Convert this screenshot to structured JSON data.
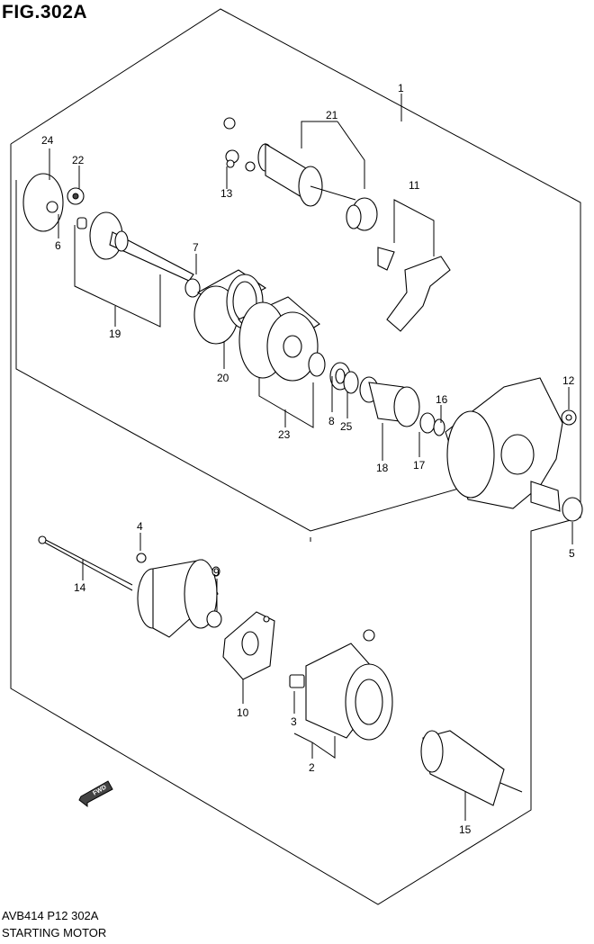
{
  "figure": {
    "title": "FIG.302A"
  },
  "footer": {
    "code": "AVB414 P12 302A",
    "name": "STARTING MOTOR"
  },
  "fwd_label": "FWD",
  "callouts": [
    "1",
    "2",
    "3",
    "4",
    "5",
    "6",
    "7",
    "8",
    "9",
    "10",
    "11",
    "12",
    "13",
    "14",
    "15",
    "16",
    "17",
    "18",
    "19",
    "20",
    "21",
    "22",
    "23",
    "24",
    "25"
  ]
}
